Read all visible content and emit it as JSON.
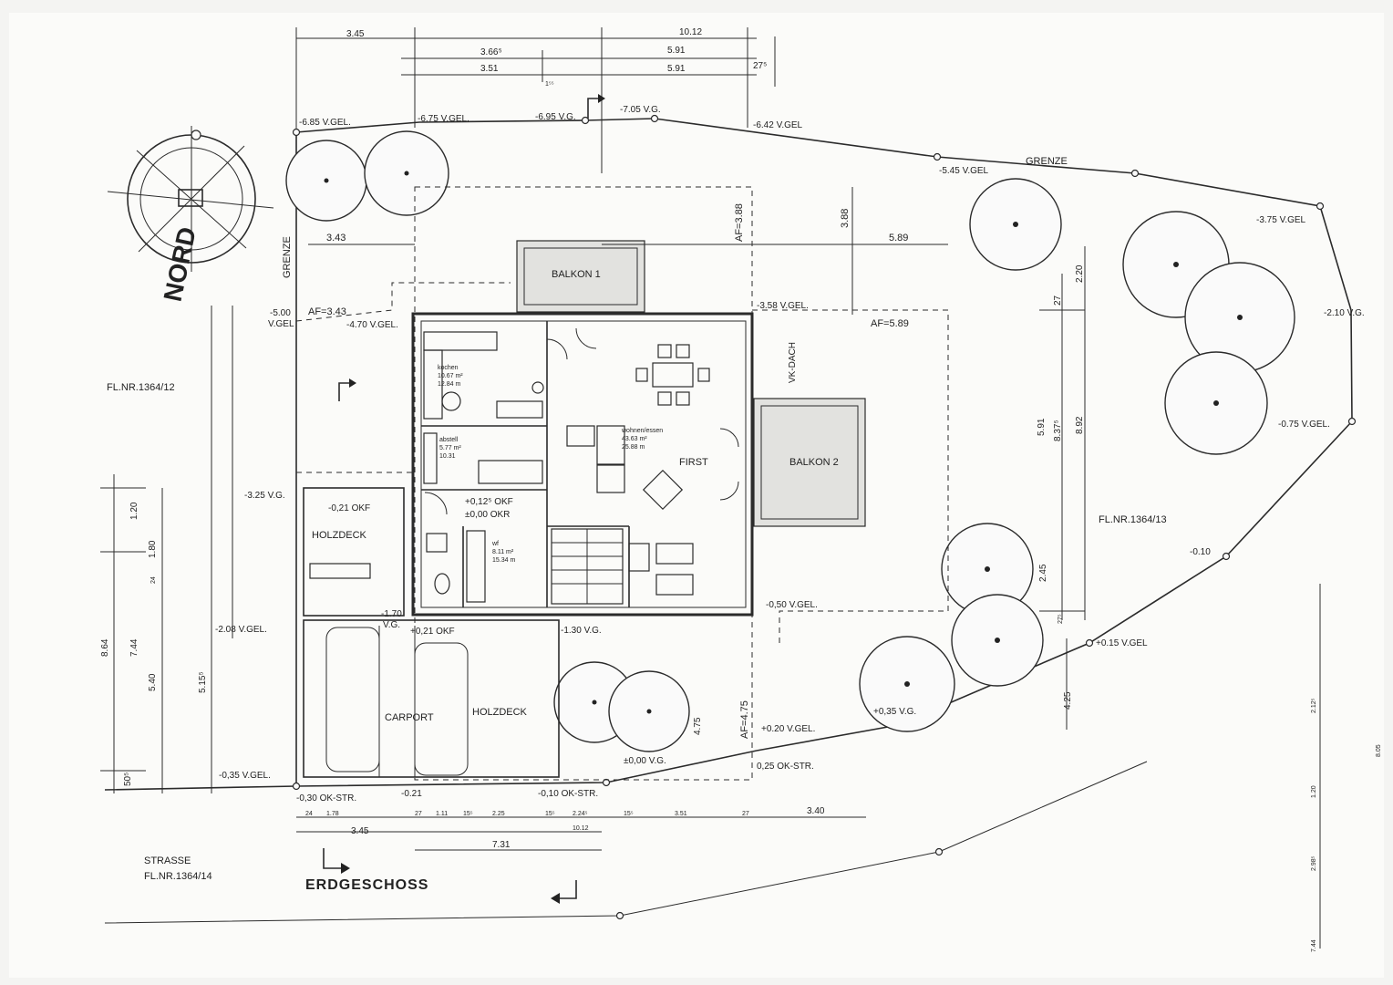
{
  "plan": {
    "title": "ERDGESCHOSS",
    "north": "NORD",
    "boundary": "GRENZE",
    "street": "STRASSE",
    "street_parcel": "FL.NR.1364/14",
    "parcel_west": "FL.NR.1364/12",
    "parcel_east": "FL.NR.1364/13",
    "balcony1": "BALKON 1",
    "balcony2": "BALKON 2",
    "holzdeck": "HOLZDECK",
    "carport": "CARPORT",
    "first": "FIRST",
    "vk_dach": "VK-DACH",
    "room_kochen": "kochen",
    "room_kochen_area": "10.67 m²",
    "room_kochen_per": "12.84 m",
    "room_abstell": "abstell",
    "room_abstell_area": "5.77 m²",
    "room_abstell_per": "10.31",
    "room_wohnen": "wohnen/essen",
    "room_wohnen_area": "43.63 m²",
    "room_wohnen_per": "25.88 m",
    "room_wc": "wf",
    "room_wc_area": "8.11 m²",
    "room_wc_per": "15.34 m",
    "okf1": "+0,12⁵ OKF",
    "okr": "±0,00 OKR",
    "okf2": "-0,21 OKF",
    "okf3": "+0,21 OKF",
    "af_343": "AF=3.43",
    "af_388": "AF=3.88",
    "af_589": "AF=5.89",
    "af_475": "AF=4.75"
  },
  "levels": {
    "l1": "-6.85 V.GEL.",
    "l2": "-6.75 V.GEL.",
    "l3": "-6.95 V.G.",
    "l4": "-7.05 V.G.",
    "l5": "-6.42 V.GEL",
    "l6": "-5.45 V.GEL",
    "l7": "-3.75 V.GEL",
    "l8": "-2.10 V.G.",
    "l9": "-0.75 V.GEL.",
    "l10": "-0.10",
    "l11": "+0.15 V.GEL",
    "l12": "+0,35 V.G.",
    "l13": "+0.20 V.GEL.",
    "l14": "0,25 OK-STR.",
    "l15": "±0,00 V.G.",
    "l16": "-0,10 OK-STR.",
    "l17": "-0.21",
    "l18": "-0,30 OK-STR.",
    "l19": "-0,35 V.GEL.",
    "l20": "-2.08 V.GEL.",
    "l21": "-1.70",
    "l22": "V.G.",
    "l23": "-1.30 V.G.",
    "l24": "-0,50 V.GEL.",
    "l25": "-3.58 V.GEL.",
    "l26": "-5.00",
    "l27": "V.GEL",
    "l28": "-4.70 V.GEL.",
    "l29": "-3.25 V.G."
  },
  "dims": {
    "top1": "3.45",
    "top2": "10.12",
    "top3": "3.66⁵",
    "top4": "5.91",
    "top5": "3.51",
    "top6": "5.91",
    "top7": "27⁵",
    "top8": "1⁵⁵",
    "d343": "3.43",
    "d388": "3.88",
    "d589": "5.89",
    "d220": "2.20",
    "d27a": "27",
    "d591": "5.91",
    "d837": "8.37⁵",
    "d892": "8.92",
    "d245": "2.45",
    "d27b": "27⁵",
    "d425": "4.25",
    "d475": "4.75",
    "d120": "1.20",
    "d864": "8.64",
    "d515": "5.15⁵",
    "d50": "50⁵",
    "d544": "5.40",
    "d744": "7.44",
    "d180": "1.80",
    "d24": "24",
    "b24": "24",
    "b178": "1.78",
    "b27": "27",
    "b111": "1.11",
    "b15a": "15⁵",
    "b225": "2.25",
    "b15b": "15⁵",
    "b224": "2.24⁵",
    "b15c": "15⁵",
    "b351": "3.51",
    "b27b": "27",
    "b340": "3.40",
    "b1012": "10.12",
    "b345": "3.45",
    "b731": "7.31",
    "r120": "1.20",
    "r212": "2.12⁵",
    "r298": "2.98⁵",
    "r744": "7.44",
    "r805": "8.05"
  }
}
